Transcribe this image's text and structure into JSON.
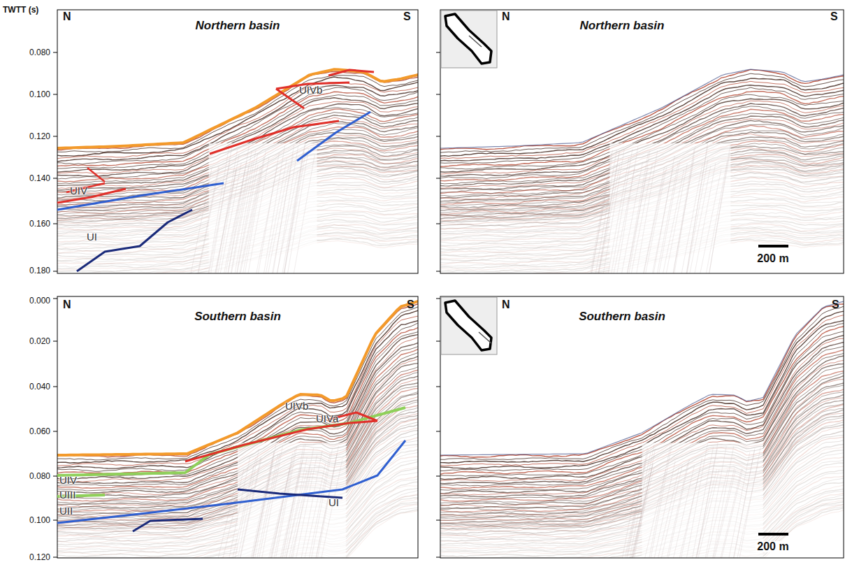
{
  "diagram": {
    "labels": [
      "TWTT (s)",
      "N",
      "S",
      "Northern basin",
      "0.080",
      "0.100",
      "0.120",
      "0.140",
      "0.160",
      "0.180",
      "UIVb",
      "UIV",
      "UI",
      "N",
      "Northern basin",
      "S",
      "200 m",
      "0.000",
      "0.020",
      "0.040",
      "0.060",
      "0.080",
      "0.100",
      "0.120",
      "N",
      "Southern basin",
      "S",
      "UIVb",
      "UIVa",
      "UIV",
      "UIII",
      "UII",
      "UI",
      "N",
      "Southern basin",
      "S",
      "200 m"
    ]
  }
}
